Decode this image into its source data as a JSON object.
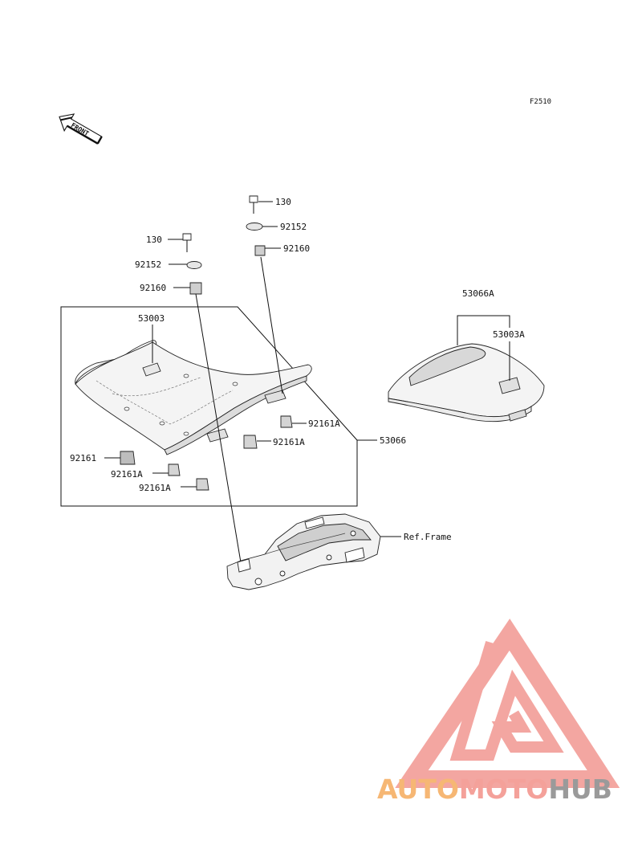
{
  "figure_code": "F2510",
  "direction_label": "FRONT",
  "callouts": {
    "bolt_left": "130",
    "bolt_right": "130",
    "washer_left": "92152",
    "washer_right": "92152",
    "damper_left": "92160",
    "damper_right": "92160",
    "rider_seat_cover": "53003",
    "rider_seat_assy": "53066",
    "pillion_cover_assy": "53066A",
    "pillion_cover": "53003A",
    "damper_a_right_upper": "92161A",
    "damper_a_right_mid": "92161A",
    "damper_plain": "92161",
    "damper_a_left_low": "92161A",
    "damper_a_left_bottom": "92161A",
    "frame_ref": "Ref.Frame"
  },
  "watermark": {
    "auto": "AUTO",
    "moto": "MOTO",
    "hub": "HUB",
    "color_auto": "#f6b774",
    "color_moto": "#f4a19a",
    "color_hub": "#9a9a9a",
    "color_logo": "#f3a29c"
  },
  "colors": {
    "line": "#111111",
    "seat_fill": "#f7f7f7",
    "seat_shade": "#d6d6d6"
  }
}
